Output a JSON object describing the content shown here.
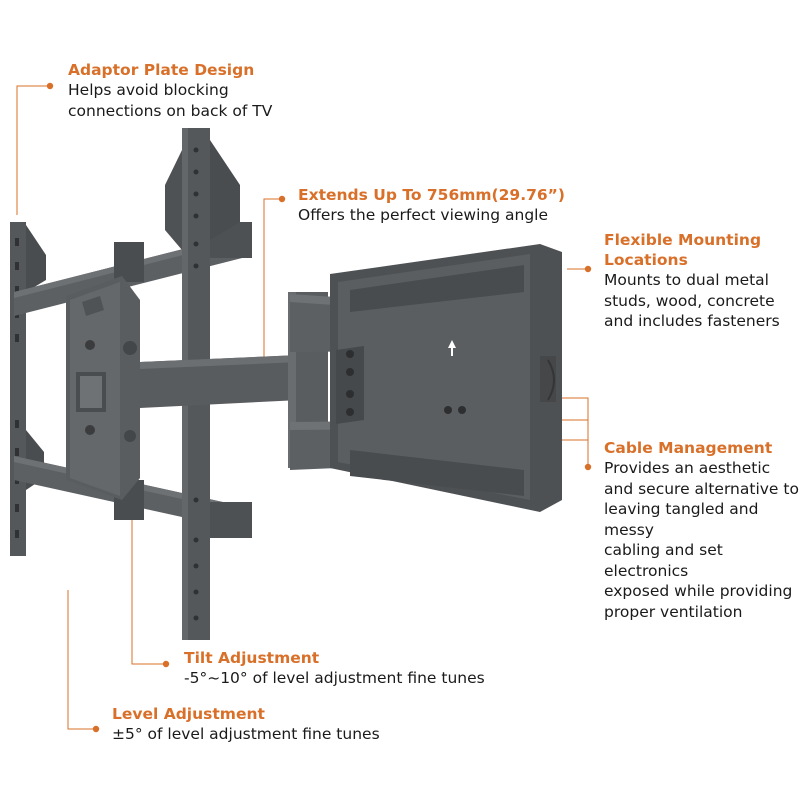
{
  "colors": {
    "accent": "#d9702a",
    "metal": "#55585b",
    "metal_dark": "#3f4244",
    "metal_light": "#6b6e71",
    "text": "#1a1a1a"
  },
  "callouts": {
    "adaptor": {
      "title": "Adaptor Plate Design",
      "desc": "Helps avoid blocking\nconnections on back of TV"
    },
    "extends": {
      "title": "Extends Up To 756mm(29.76”)",
      "desc": "Offers the perfect viewing angle"
    },
    "flexible": {
      "title": "Flexible Mounting\nLocations",
      "desc": "Mounts to dual metal\nstuds, wood, concrete\nand includes fasteners"
    },
    "cable": {
      "title": "Cable Management",
      "desc": "Provides an aesthetic\nand secure alternative to\nleaving tangled and messy\ncabling and set electronics\nexposed while providing\nproper ventilation"
    },
    "tilt": {
      "title": "Tilt Adjustment",
      "desc": "-5°~10° of level adjustment fine tunes"
    },
    "level": {
      "title": "Level Adjustment",
      "desc": "±5° of level adjustment fine tunes"
    }
  },
  "icons": {
    "product": "tv-wall-mount-bracket-illustration",
    "arrow": "up-arrow-icon"
  }
}
